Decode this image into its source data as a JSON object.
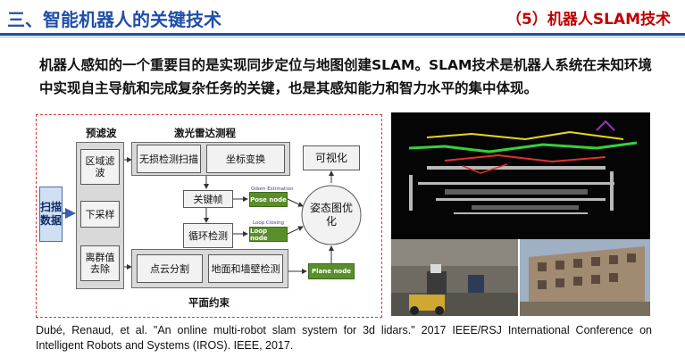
{
  "header": {
    "section_title": "三、智能机器人的关键技术",
    "subsection_title": "（5）机器人SLAM技术"
  },
  "body_text": "机器人感知的一个重要目的是实现同步定位与地图创建SLAM。SLAM技术是机器人系统在未知环境中实现自主导航和完成复杂任务的关键，也是其感知能力和智力水平的集中体现。",
  "diagram": {
    "scan_data": "扫描数据",
    "prefilter_label": "预滤波",
    "region_filter": "区域滤波",
    "downsample": "下采样",
    "outlier_removal": "离群值去除",
    "lidar_odometry_label": "激光雷达测程",
    "lossless_detection_scan": "无损检测扫描",
    "coordinate_transform": "坐标变换",
    "keyframe": "关键帧",
    "loop_detection": "循环检测",
    "pose_node": "Pose node",
    "loop_node": "Loop node",
    "odom_estimation": "Odom Estimation",
    "loop_closing": "Loop Closing",
    "pose_graph_opt": "姿态图优化",
    "visualization": "可视化",
    "point_cloud_seg": "点云分割",
    "ground_wall_detection": "地面和墙壁检测",
    "plane_node": "Plane node",
    "plane_constraint_label": "平面约束"
  },
  "citation": "Dubé, Renaud, et al. \"An online multi-robot slam system for 3d lidars.\" 2017 IEEE/RSJ International Conference on Intelligent Robots and Systems (IROS). IEEE, 2017."
}
